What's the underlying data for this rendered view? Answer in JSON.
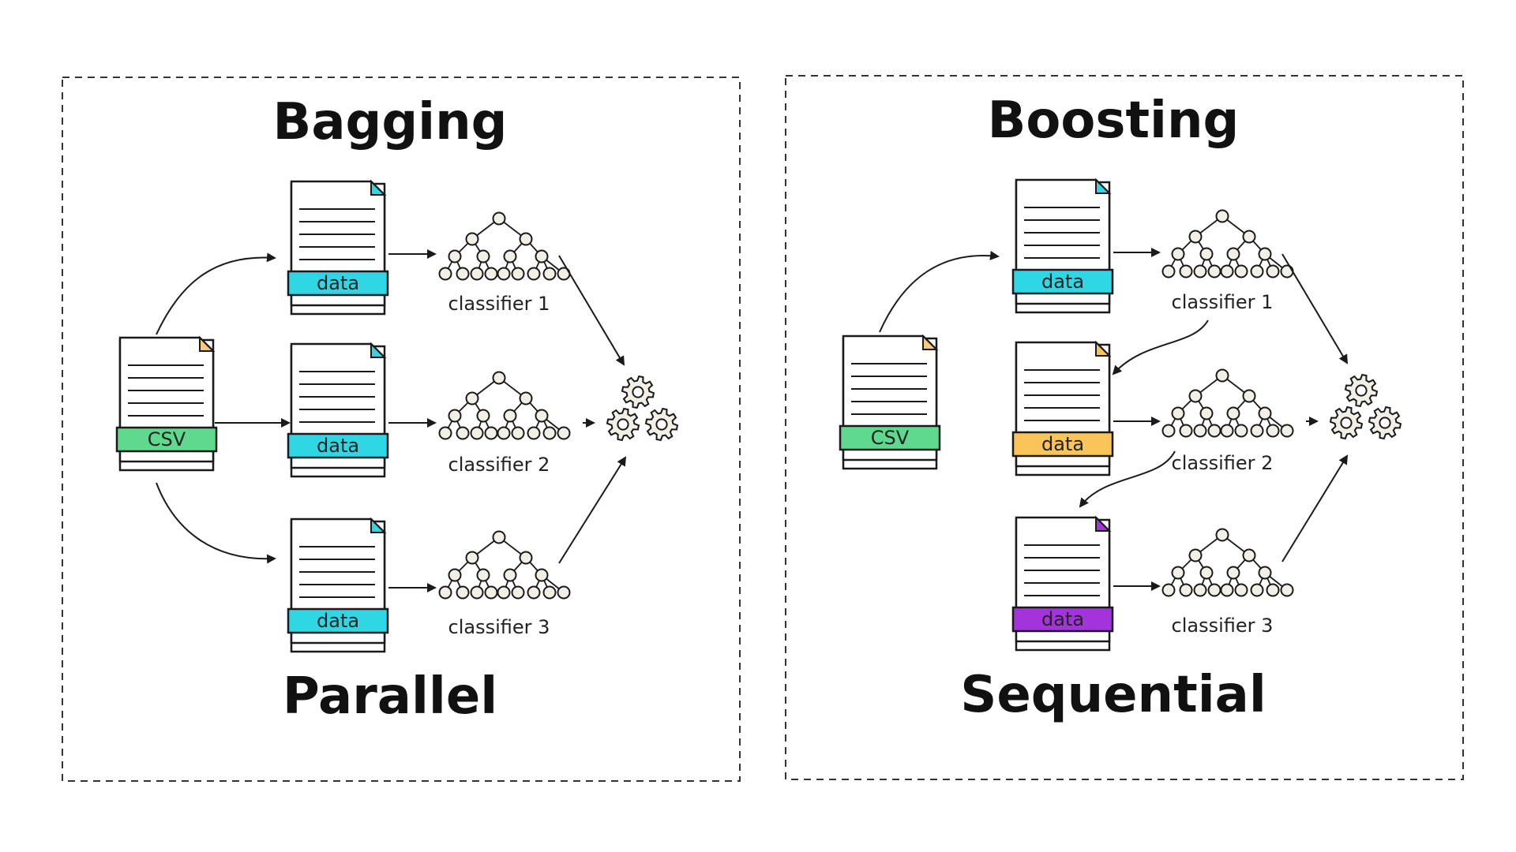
{
  "bagging": {
    "title": "Bagging",
    "subtitle": "Parallel",
    "source_label": "CSV",
    "data_labels": [
      "data",
      "data",
      "data"
    ],
    "classifier_labels": [
      "classifier 1",
      "classifier 2",
      "classifier 3"
    ]
  },
  "boosting": {
    "title": "Boosting",
    "subtitle": "Sequential",
    "source_label": "CSV",
    "data_labels": [
      "data",
      "data",
      "data"
    ],
    "classifier_labels": [
      "classifier 1",
      "classifier 2",
      "classifier 3"
    ]
  },
  "colors": {
    "csv_tag": "#5ED98E",
    "data_tag_cyan": "#2FD6E3",
    "data_tag_yellow": "#F9C459",
    "data_tag_purple": "#A334DB",
    "corner_orange": "#F5C97E",
    "corner_cyan": "#2FD6E3",
    "corner_yellow": "#F9C459",
    "corner_purple": "#A334DB",
    "node_fill": "#F2EFE6",
    "stroke": "#1a1a1a"
  }
}
